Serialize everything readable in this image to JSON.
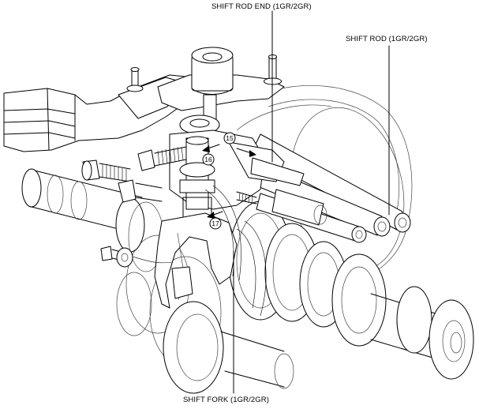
{
  "labels": {
    "shift_rod_end": "SHIFT ROD END (1GR/2GR)",
    "shift_rod": "SHIFT ROD (1GR/2GR)",
    "shift_fork": "SHIFT FORK (1GR/2GR)"
  },
  "callouts": {
    "c15": "15",
    "c16": "16",
    "c17": "17"
  }
}
